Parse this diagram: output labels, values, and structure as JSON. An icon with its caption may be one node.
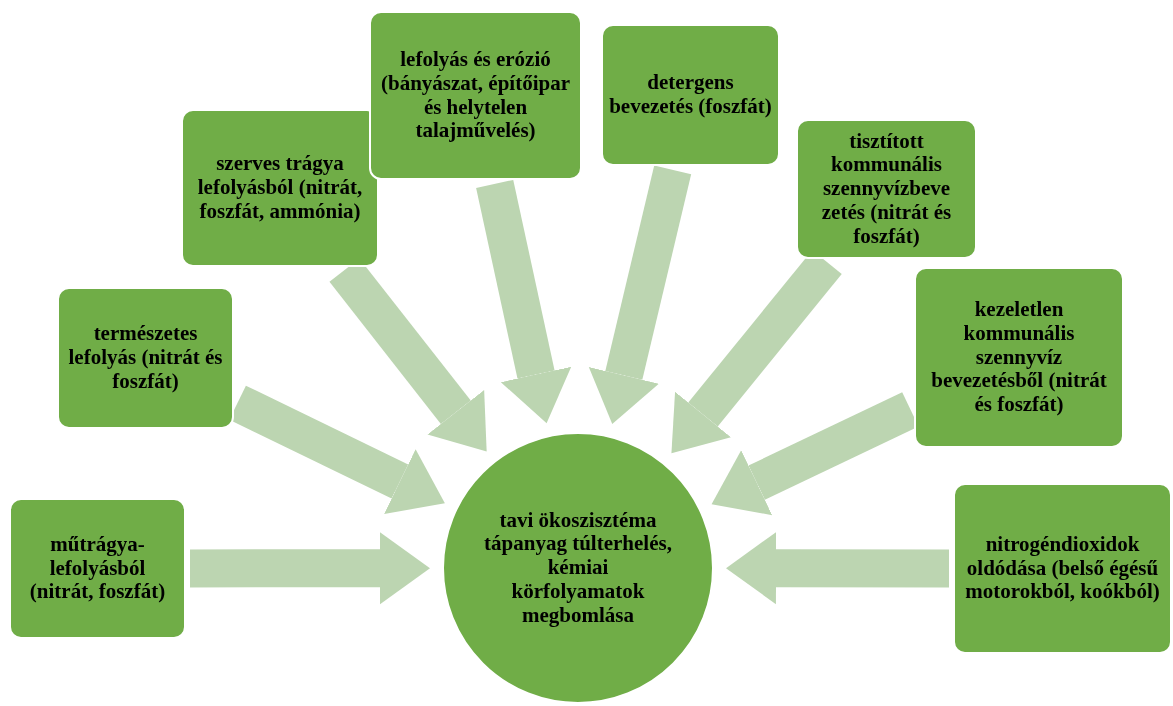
{
  "diagram": {
    "nodes": [
      {
        "text": [
          "műtrágya-lefolyásból (nitrát, foszfát)"
        ]
      },
      {
        "text": [
          "természetes lefolyás (nitrát és foszfát)"
        ]
      },
      {
        "text": [
          "szerves trágya lefolyásból (nitrát, foszfát, ammónia)"
        ]
      },
      {
        "text": [
          "lefolyás és erózió (bányászat, építőipar és helytelen talajművelés)"
        ]
      },
      {
        "text": [
          "detergens bevezetés (foszfát)"
        ]
      },
      {
        "text": [
          "tisztított kommunális szennyvízbeve zetés (nitrát és foszfát)"
        ]
      },
      {
        "text": [
          "kezeletlen kommunális szennyvíz bevezetésből (nitrát és foszfát)"
        ]
      },
      {
        "text": [
          "nitrogéndioxidok oldódása (belső égésű motorokból, koókból)"
        ]
      },
      {
        "text": [
          "tavi ökoszisztéma tápanyag túlterhelés, kémiai körfolyamatok megbomlása"
        ]
      }
    ],
    "edges": [
      {
        "from": 0,
        "to": 8,
        "arrow": "to"
      },
      {
        "from": 1,
        "to": 8,
        "arrow": "to"
      },
      {
        "from": 2,
        "to": 8,
        "arrow": "to"
      },
      {
        "from": 3,
        "to": 8,
        "arrow": "to"
      },
      {
        "from": 4,
        "to": 8,
        "arrow": "to"
      },
      {
        "from": 5,
        "to": 8,
        "arrow": "to"
      },
      {
        "from": 6,
        "to": 8,
        "arrow": "to"
      },
      {
        "from": 7,
        "to": 8,
        "arrow": "to"
      }
    ]
  }
}
